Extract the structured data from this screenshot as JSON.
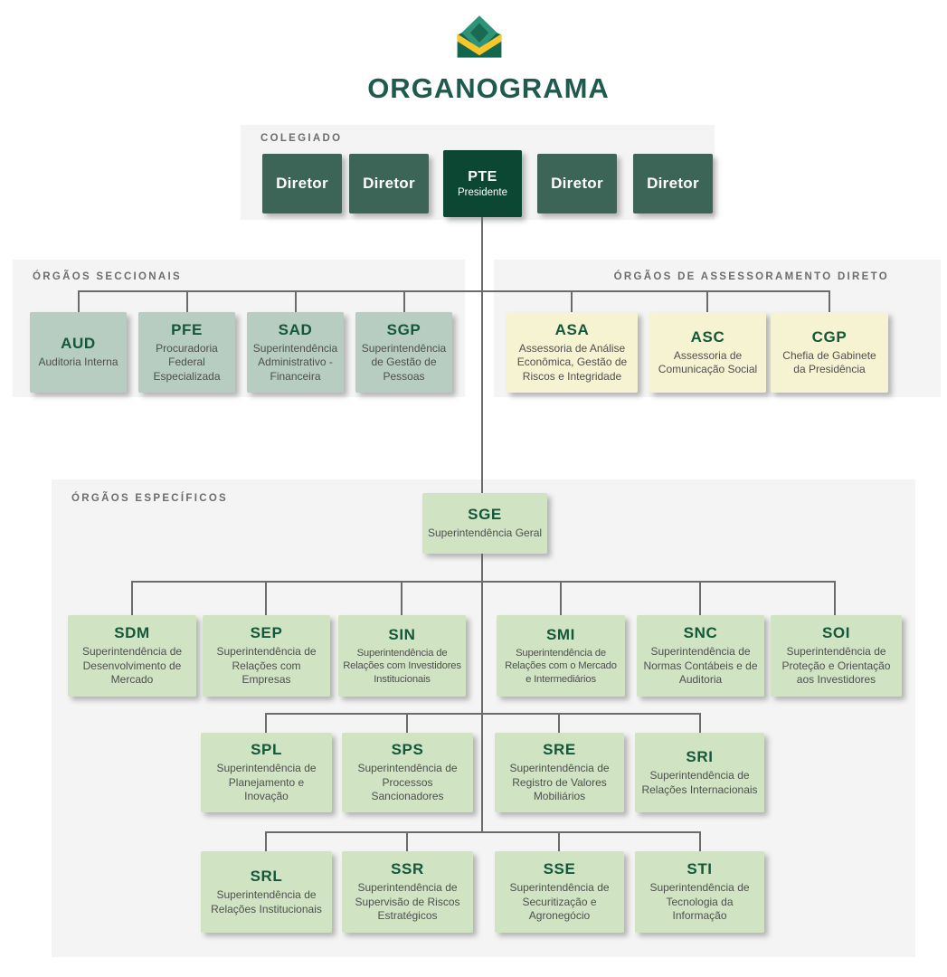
{
  "header": {
    "title": "ORGANOGRAMA",
    "logo": "cvm-logo"
  },
  "colegiado": {
    "label": "COLEGIADO",
    "boxes": [
      {
        "label": "Diretor"
      },
      {
        "label": "Diretor"
      },
      {
        "acronym": "PTE",
        "name": "Presidente"
      },
      {
        "label": "Diretor"
      },
      {
        "label": "Diretor"
      }
    ]
  },
  "seccionais": {
    "label": "ÓRGÃOS SECCIONAIS",
    "boxes": [
      {
        "acronym": "AUD",
        "name": "Auditoria Interna"
      },
      {
        "acronym": "PFE",
        "name": "Procuradoria Federal Especializada"
      },
      {
        "acronym": "SAD",
        "name": "Superintendência Administrativo - Financeira"
      },
      {
        "acronym": "SGP",
        "name": "Superintendência de Gestão de Pessoas"
      }
    ]
  },
  "assessoramento": {
    "label": "ÓRGÃOS DE ASSESSORAMENTO DIRETO",
    "boxes": [
      {
        "acronym": "ASA",
        "name": "Assessoria de Análise Econômica, Gestão de Riscos e Integridade"
      },
      {
        "acronym": "ASC",
        "name": "Assessoria de Comunicação Social"
      },
      {
        "acronym": "CGP",
        "name": "Chefia de Gabinete da Presidência"
      }
    ]
  },
  "especificos": {
    "label": "ÓRGÃOS ESPECÍFICOS",
    "sge": {
      "acronym": "SGE",
      "name": "Superintendência Geral"
    },
    "row1": [
      {
        "acronym": "SDM",
        "name": "Superintendência de Desenvolvimento de Mercado"
      },
      {
        "acronym": "SEP",
        "name": "Superintendência de Relações com Empresas"
      },
      {
        "acronym": "SIN",
        "name": "Superintendência de Relações com Investidores Institucionais"
      },
      {
        "acronym": "SMI",
        "name": "Superintendência de Relações com o Mercado e Intermediários"
      },
      {
        "acronym": "SNC",
        "name": "Superintendência de Normas Contábeis e de Auditoria"
      },
      {
        "acronym": "SOI",
        "name": "Superintendência de Proteção e Orientação aos Investidores"
      }
    ],
    "row2": [
      {
        "acronym": "SPL",
        "name": "Superintendência de Planejamento e Inovação"
      },
      {
        "acronym": "SPS",
        "name": "Superintendência de Processos Sancionadores"
      },
      {
        "acronym": "SRE",
        "name": "Superintendência de Registro de Valores Mobiliários"
      },
      {
        "acronym": "SRI",
        "name": "Superintendência de Relações Internacionais"
      }
    ],
    "row3": [
      {
        "acronym": "SRL",
        "name": "Superintendência de Relações Institucionais"
      },
      {
        "acronym": "SSR",
        "name": "Superintendência de Supervisão de Riscos Estratégicos"
      },
      {
        "acronym": "SSE",
        "name": "Superintendência de Securitização e Agronegócio"
      },
      {
        "acronym": "STI",
        "name": "Superintendência de Tecnologia da Informação"
      }
    ]
  },
  "colors": {
    "title_green": "#1e5b4e",
    "president_dark_green": "#0c4733",
    "director_green": "#3d6557",
    "light_green_box": "#d0e4c4",
    "sage_green_box": "#b7cdc1",
    "light_yellow_box": "#f6f3d2",
    "panel_gray": "#f4f4f4",
    "connector_gray": "#6b6b6b",
    "logo_teal": "#2d9479",
    "logo_yellow": "#f6c62b"
  }
}
